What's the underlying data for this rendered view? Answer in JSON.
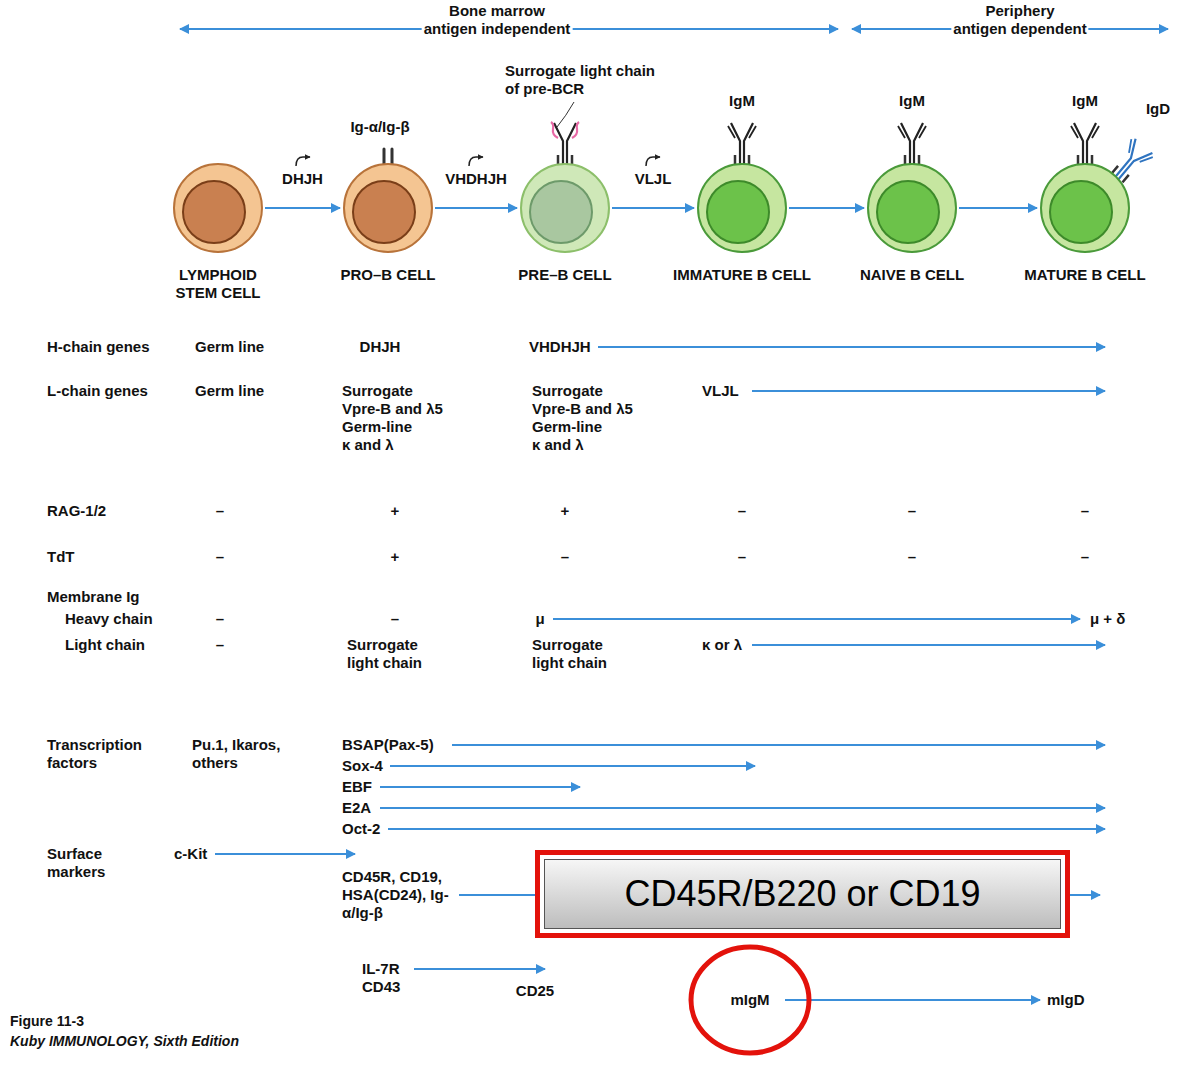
{
  "diagram": {
    "caption": "Figure 11-3",
    "nodes": [
      {
        "text": [
          "LYMPHOID STEM CELL"
        ]
      },
      {
        "text": [
          "PRO–B CELL"
        ]
      },
      {
        "text": [
          "PRE–B CELL"
        ]
      },
      {
        "text": [
          "IMMATURE B CELL"
        ]
      },
      {
        "text": [
          "NAIVE B CELL"
        ]
      },
      {
        "text": [
          "MATURE B CELL"
        ]
      },
      {
        "text": [
          "CD45R/B220 or CD19"
        ]
      },
      {
        "text": [
          "mIgM"
        ]
      }
    ],
    "edges": [
      {
        "from": 0,
        "to": 1,
        "arrow": "to",
        "label": "DHJH"
      },
      {
        "from": 1,
        "to": 2,
        "arrow": "to",
        "label": "VHDHJH"
      },
      {
        "from": 2,
        "to": 3,
        "arrow": "to",
        "label": "VLJL"
      },
      {
        "from": 3,
        "to": 4,
        "arrow": "to"
      },
      {
        "from": 4,
        "to": 5,
        "arrow": "to"
      }
    ],
    "labels": [
      "Bone marrow",
      "antigen independent",
      "Periphery",
      "antigen dependent",
      "Ig-α/Ig-β",
      "Surrogate light chain of pre-BCR",
      "IgM",
      "IgM",
      "IgM",
      "IgD",
      "H-chain genes",
      "Germ line",
      "DHJH",
      "VHDHJH",
      "L-chain genes",
      "Germ line",
      "Surrogate Vpre-B and λ5",
      "Germ-line κ and λ",
      "Surrogate Vpre-B and λ5",
      "Germ-line κ and λ",
      "VLJL",
      "RAG-1/2",
      "–",
      "+",
      "+",
      "–",
      "–",
      "–",
      "TdT",
      "–",
      "+",
      "–",
      "–",
      "–",
      "–",
      "Membrane Ig",
      "Heavy chain",
      "–",
      "–",
      "μ",
      "μ + δ",
      "Light chain",
      "–",
      "Surrogate light chain",
      "Surrogate light chain",
      "κ or λ",
      "Transcription factors",
      "Pu.1, Ikaros, others",
      "BSAP(Pax-5)",
      "Sox-4",
      "EBF",
      "E2A",
      "Oct-2",
      "Surface markers",
      "c-Kit",
      "CD45R, CD19, HSA(CD24), Ig-α/Ig-β",
      "IL-7R CD43",
      "CD25",
      "mIgD",
      "Kuby IMMUNOLOGY, Sixth Edition"
    ]
  }
}
